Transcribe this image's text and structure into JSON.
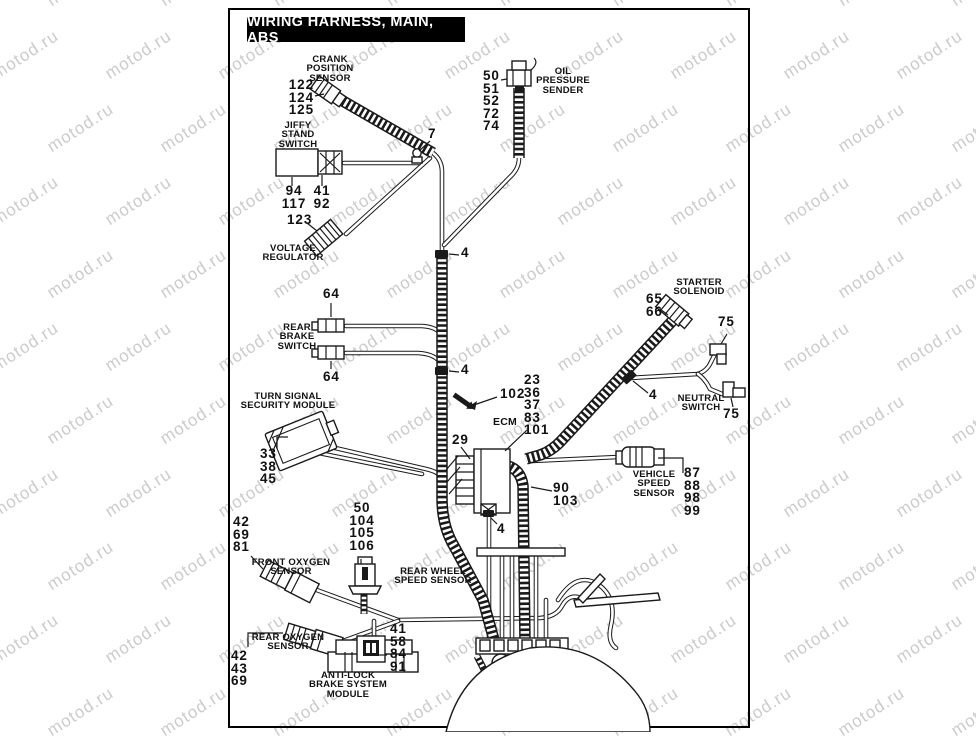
{
  "watermark": {
    "text": "motod.ru"
  },
  "title": "WIRING HARNESS, MAIN, ABS",
  "parts": {
    "crank_position_sensor": {
      "label": [
        "CRANK",
        "POSITION",
        "SENSOR"
      ],
      "numbers": [
        "122",
        "124",
        "125"
      ]
    },
    "oil_pressure_sender": {
      "label": [
        "OIL",
        "PRESSURE",
        "SENDER"
      ],
      "numbers": [
        "50",
        "51",
        "52",
        "72",
        "74"
      ]
    },
    "harness_clip": {
      "number": "7"
    },
    "jiffy_stand_switch": {
      "label": [
        "JIFFY",
        "STAND",
        "SWITCH"
      ],
      "numbers_left": [
        "94",
        "117"
      ],
      "numbers_right": [
        "41",
        "92"
      ]
    },
    "voltage_regulator": {
      "label": [
        "VOLTAGE",
        "REGULATOR"
      ],
      "number": "123"
    },
    "cable_ties": {
      "a": "4",
      "b": "4",
      "c": "4",
      "d": "4"
    },
    "rear_brake_switch": {
      "label": [
        "REAR",
        "BRAKE",
        "SWITCH"
      ],
      "number_top": "64",
      "number_bottom": "64"
    },
    "starter_solenoid": {
      "label": [
        "STARTER",
        "SOLENOID"
      ],
      "numbers": [
        "65",
        "66"
      ]
    },
    "neutral_switch": {
      "label": [
        "NEUTRAL",
        "SWITCH"
      ],
      "number_top": "75",
      "number_bottom": "75"
    },
    "turn_signal_security_module": {
      "label": [
        "TURN SIGNAL",
        "SECURITY MODULE"
      ],
      "numbers": [
        "33",
        "38",
        "45"
      ]
    },
    "harness_pin": {
      "number": "102"
    },
    "ecm": {
      "label": "ECM",
      "numbers": [
        "23",
        "36",
        "37",
        "83",
        "101"
      ],
      "number_connector": "29",
      "numbers_conduit": [
        "90",
        "103"
      ]
    },
    "vehicle_speed_sensor": {
      "label": [
        "VEHICLE",
        "SPEED",
        "SENSOR"
      ],
      "numbers": [
        "87",
        "88",
        "98",
        "99"
      ]
    },
    "rear_wheel_speed_sensor": {
      "label": [
        "REAR WHEEL",
        "SPEED SENSOR"
      ],
      "numbers": [
        "50",
        "104",
        "105",
        "106"
      ]
    },
    "front_oxygen_sensor": {
      "label": [
        "FRONT OXYGEN",
        "SENSOR"
      ],
      "numbers": [
        "42",
        "69",
        "81"
      ]
    },
    "rear_oxygen_sensor": {
      "label": [
        "REAR OXYGEN",
        "SENSOR"
      ],
      "numbers": [
        "42",
        "43",
        "69"
      ]
    },
    "abs_module": {
      "label": [
        "ANTI-LOCK",
        "BRAKE SYSTEM",
        "MODULE"
      ],
      "numbers": [
        "41",
        "58",
        "84",
        "91"
      ]
    }
  }
}
